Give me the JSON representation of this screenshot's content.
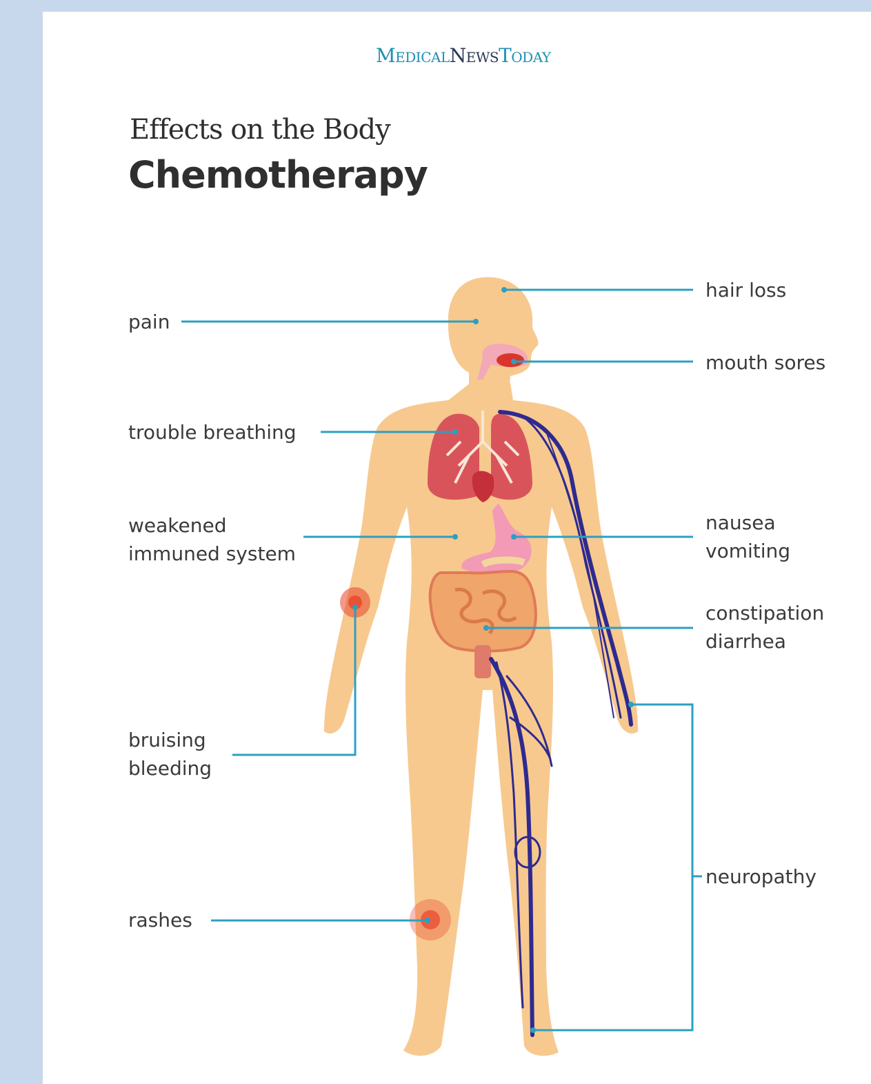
{
  "brand": {
    "medical": "Medical",
    "news": "News",
    "today": "Today"
  },
  "header": {
    "subtitle": "Effects on the Body",
    "title": "Chemotherapy"
  },
  "labels": {
    "pain": "pain",
    "trouble_breathing": "trouble breathing",
    "weakened": [
      "weakened",
      "immuned system"
    ],
    "bruising": [
      "bruising",
      "bleeding"
    ],
    "rashes": "rashes",
    "hair_loss": "hair loss",
    "mouth_sores": "mouth sores",
    "nausea": [
      "nausea",
      "vomiting"
    ],
    "constipation": [
      "constipation",
      "diarrhea"
    ],
    "neuropathy": "neuropathy"
  },
  "colors": {
    "skin": "#f7c98f",
    "leader_line": "#2d9fc2",
    "lungs": "#d9545a",
    "stomach": "#f29ab6",
    "intestine": "#f0a56a",
    "nerve": "#2e2a8f",
    "inflammation": "#e8452c"
  }
}
